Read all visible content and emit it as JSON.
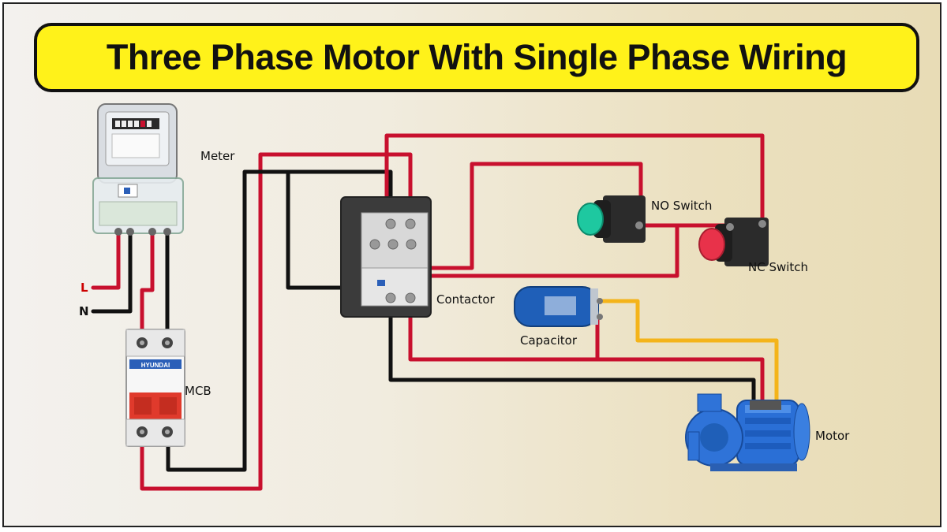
{
  "title": "Three Phase Motor With Single Phase Wiring",
  "labels": {
    "meter": "Meter",
    "mcb": "MCB",
    "contactor": "Contactor",
    "no_switch": "NO Switch",
    "nc_switch": "NC Switch",
    "capacitor": "Capacitor",
    "motor": "Motor",
    "live": "L",
    "neutral": "N"
  },
  "device_text": {
    "mcb_brand": "HYUNDAI"
  },
  "colors": {
    "title_bg": "#fff21a",
    "live_wire": "#c8102e",
    "neutral_wire": "#111111",
    "capacitor_wire": "#f4b41a",
    "no_button": "#1ec8a0",
    "nc_button": "#e8324a",
    "capacitor_body": "#1f5fb8",
    "motor_body": "#2a6fd6"
  }
}
